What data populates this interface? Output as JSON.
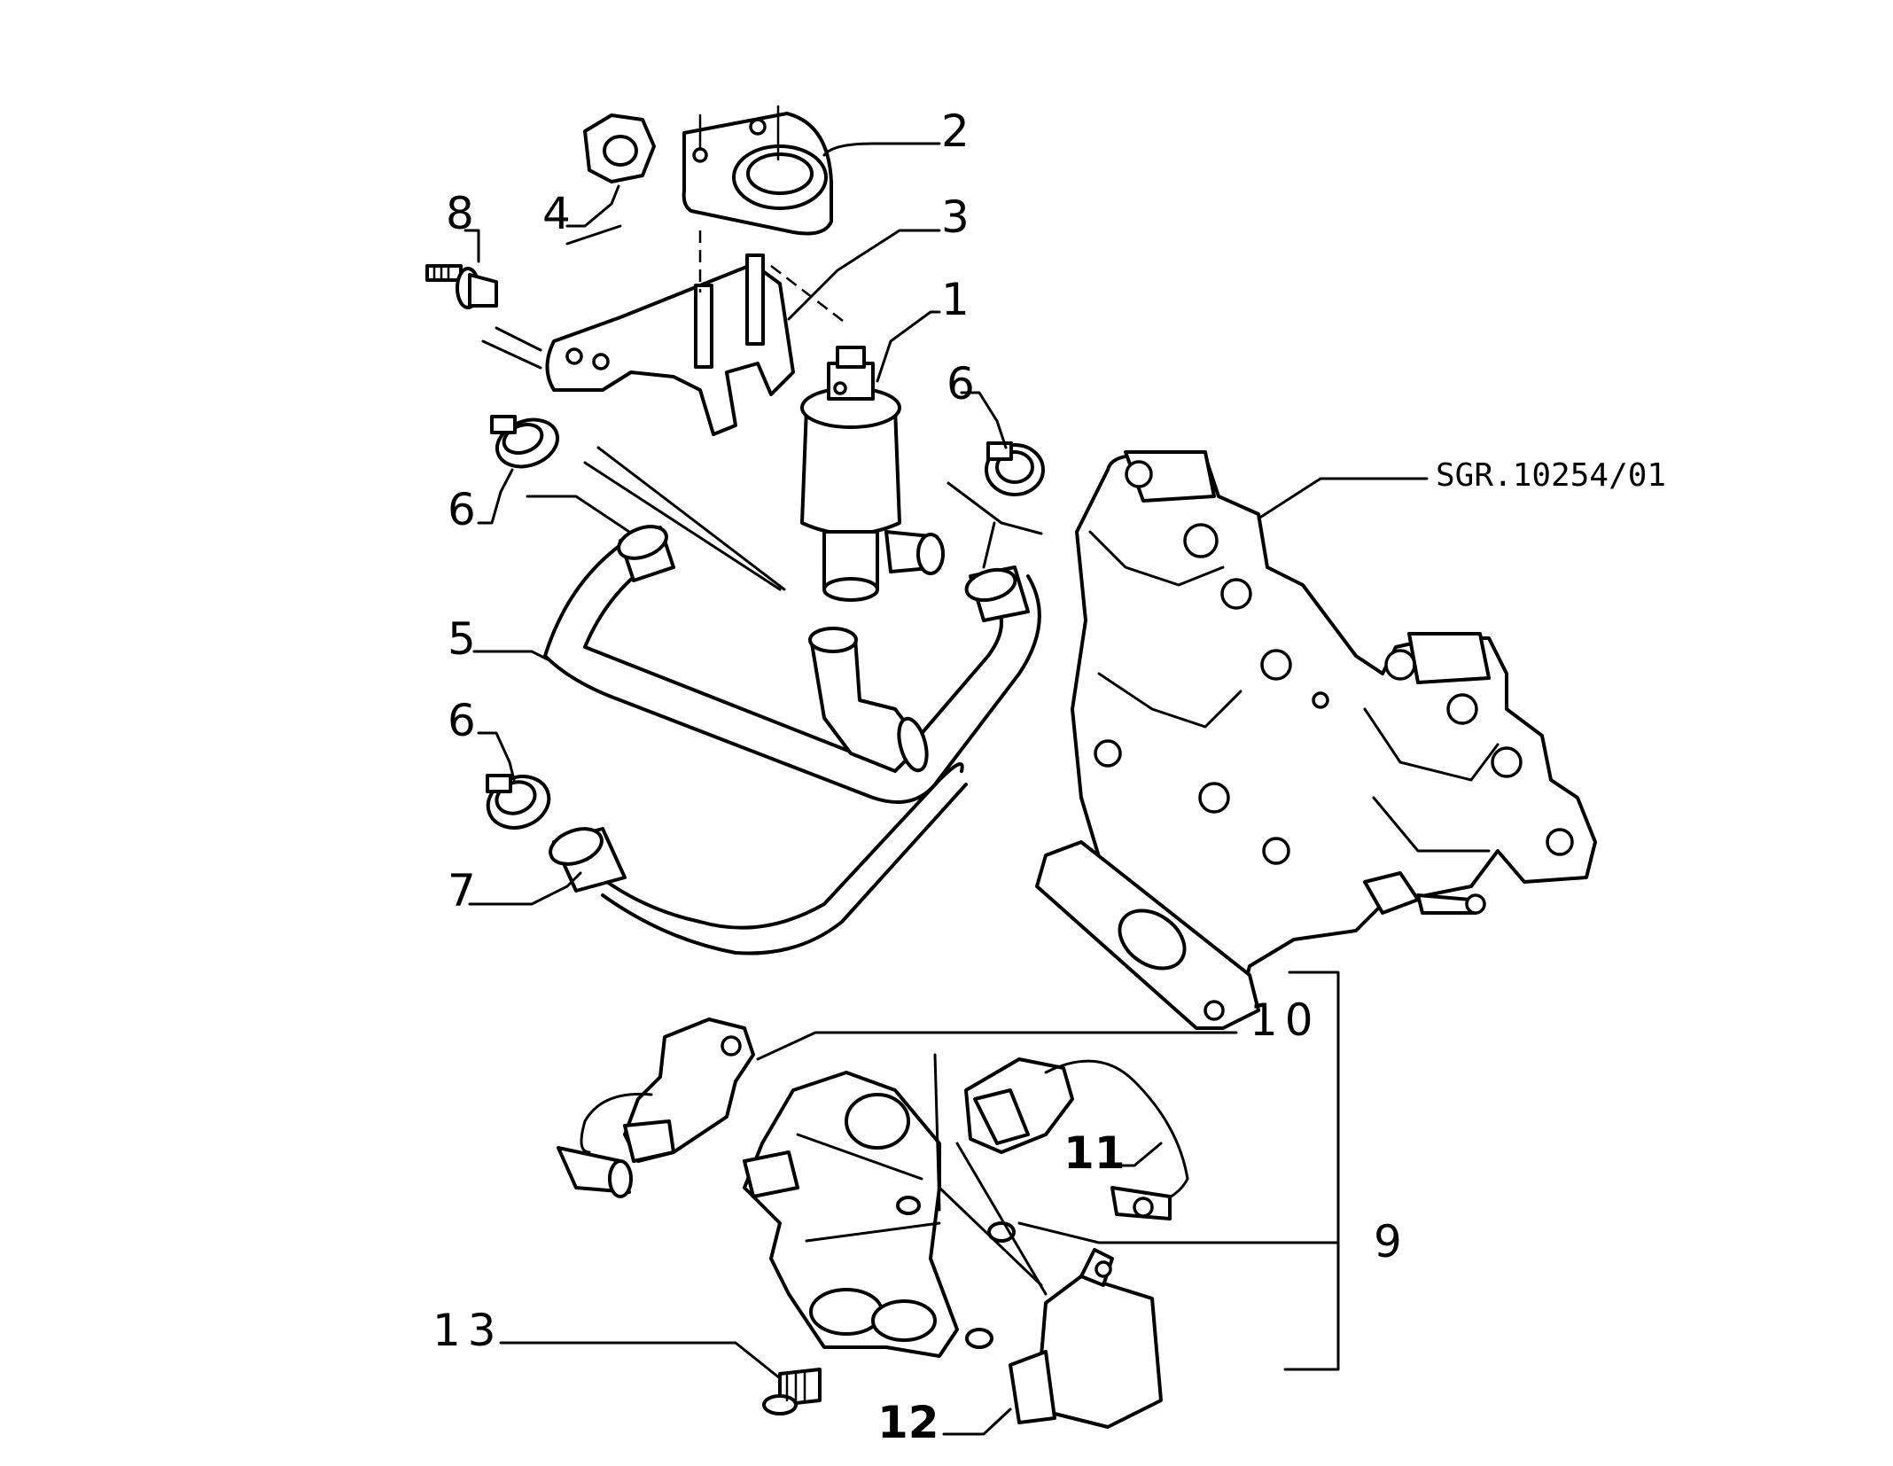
{
  "diagram": {
    "reference_code": "SGR.10254/01",
    "part_labels": [
      {
        "id": "p1",
        "text": "1"
      },
      {
        "id": "p2",
        "text": "2"
      },
      {
        "id": "p3",
        "text": "3"
      },
      {
        "id": "p4",
        "text": "4"
      },
      {
        "id": "p5",
        "text": "5"
      },
      {
        "id": "p6a",
        "text": "6"
      },
      {
        "id": "p6b",
        "text": "6"
      },
      {
        "id": "p6c",
        "text": "6"
      },
      {
        "id": "p7",
        "text": "7"
      },
      {
        "id": "p8",
        "text": "8"
      },
      {
        "id": "p9",
        "text": "9"
      },
      {
        "id": "p10",
        "text": "10"
      },
      {
        "id": "p11",
        "text": "11"
      },
      {
        "id": "p12",
        "text": "12"
      },
      {
        "id": "p13",
        "text": "13"
      }
    ]
  },
  "colors": {
    "line": "#000000",
    "background": "#ffffff"
  }
}
